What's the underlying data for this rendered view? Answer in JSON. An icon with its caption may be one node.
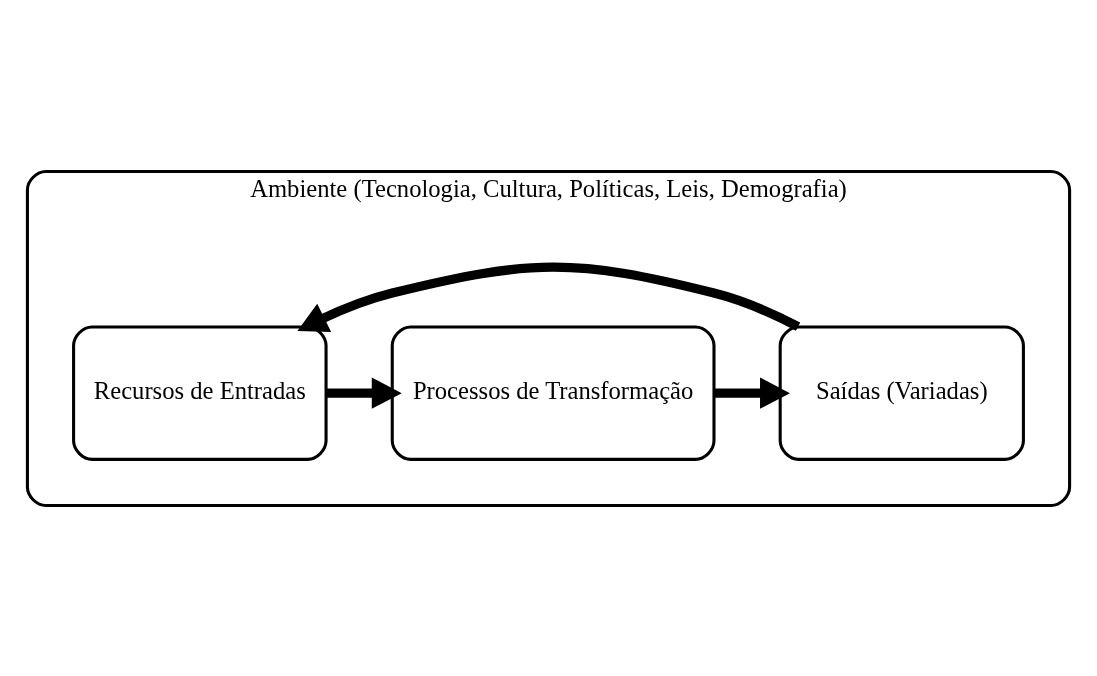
{
  "diagram": {
    "nodes": [
      {
        "text": [
          "Ambiente (Tecnologia, Cultura, Políticas, Leis, Demografia)"
        ]
      },
      {
        "text": [
          "Recursos de Entradas"
        ],
        "in": 0
      },
      {
        "text": [
          "Processos de Transformação"
        ],
        "in": 0
      },
      {
        "text": [
          "Saídas (Variadas)"
        ],
        "in": 0
      }
    ],
    "edges": [
      {
        "from": 1,
        "to": 2,
        "arrow": "to"
      },
      {
        "from": 2,
        "to": 3,
        "arrow": "to"
      },
      {
        "from": 3,
        "to": 1,
        "arrow": "to"
      }
    ]
  }
}
